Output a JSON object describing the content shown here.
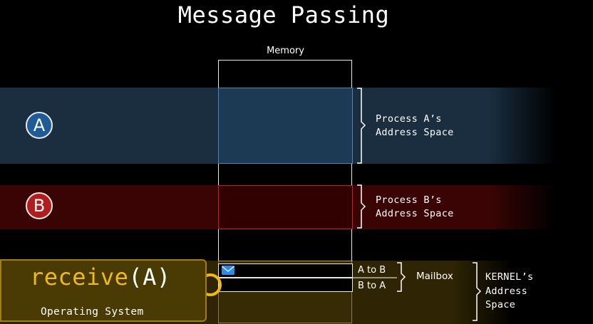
{
  "title": "Message Passing",
  "memory_label": "Memory",
  "process_a": {
    "circle_label": "A",
    "address_space_lines": [
      "Process A’s",
      "Address Space"
    ],
    "color": "#1f5c95"
  },
  "process_b": {
    "circle_label": "B",
    "address_space_lines": [
      "Process B’s",
      "Address Space"
    ],
    "color": "#b21c1c"
  },
  "kernel": {
    "address_space_lines": [
      "KERNEL’s",
      "Address",
      "Space"
    ],
    "color": "#a07e12"
  },
  "mailbox": {
    "label": "Mailbox",
    "slots": [
      "A to B",
      "B to A"
    ],
    "envelope_icon": "envelope-icon"
  },
  "os": {
    "call_function": "receive",
    "call_open": "(",
    "call_argument": "A",
    "call_close": ")",
    "label": "Operating System",
    "search_icon": "magnifier-icon"
  }
}
